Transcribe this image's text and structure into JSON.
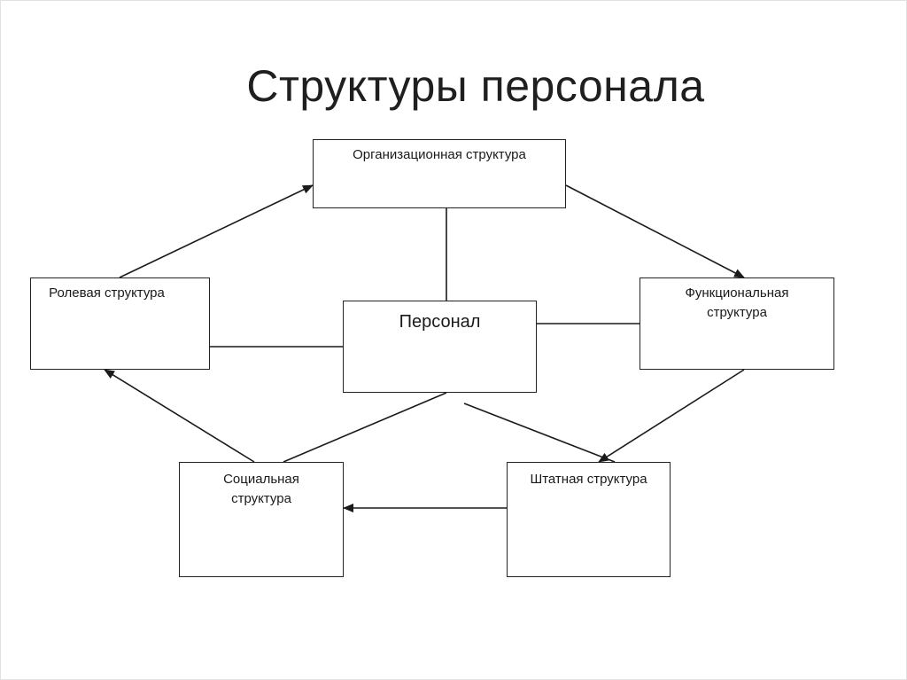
{
  "title": "Структуры персонала",
  "nodes": {
    "organizational": "Организационная структура",
    "role": "Ролевая структура",
    "center": "Персонал",
    "functional_line1": "Функциональная",
    "functional_line2": "структура",
    "social_line1": "Социальная",
    "social_line2": "структура",
    "staffing": "Штатная структура"
  },
  "colors": {
    "line": "#1a1a1a",
    "box_border": "#222222",
    "background": "#ffffff"
  }
}
